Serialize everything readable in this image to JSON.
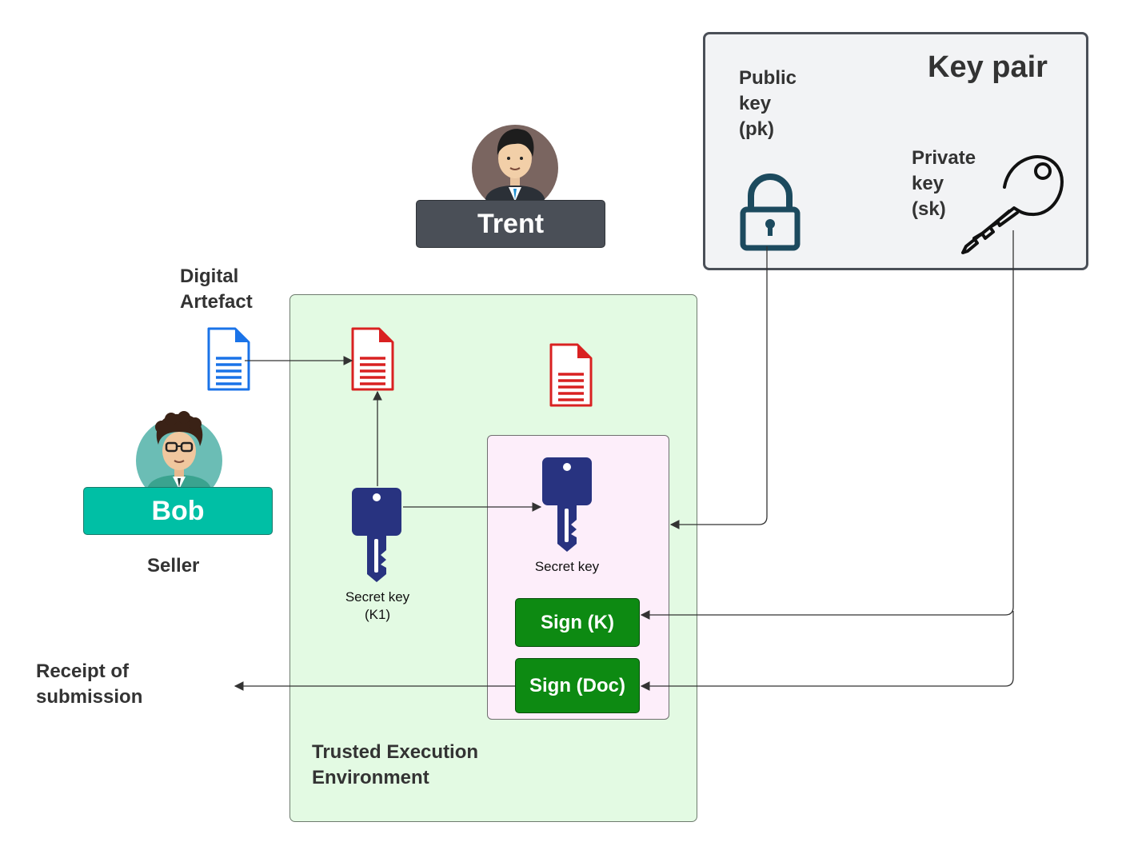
{
  "keypair": {
    "title": "Key pair",
    "public_key_label": "Public\nkey\n(pk)",
    "private_key_label": "Private\nkey\n(sk)"
  },
  "trent": {
    "name": "Trent"
  },
  "bob": {
    "name": "Bob",
    "role": "Seller"
  },
  "artefact": {
    "label": "Digital\nArtefact"
  },
  "tee": {
    "label": "Trusted Execution\nEnvironment",
    "secret_key_k1_label": "Secret key\n(K1)",
    "enclave_secret_key_label": "Secret key",
    "sign_k_button": "Sign (K)",
    "sign_doc_button": "Sign (Doc)"
  },
  "receipt": {
    "label": "Receipt of\nsubmission"
  },
  "colors": {
    "tee_fill": "#e3fae3",
    "enclave_fill": "#fdeefa",
    "keypair_fill": "#f2f3f5",
    "trent_bar": "#4a4f57",
    "bob_bar": "#00bfa5",
    "sign_button": "#0d8a12",
    "doc_blue": "#1a73e8",
    "doc_red": "#d92121",
    "key_navy": "#283380",
    "lock_teal": "#1c4a5e"
  }
}
